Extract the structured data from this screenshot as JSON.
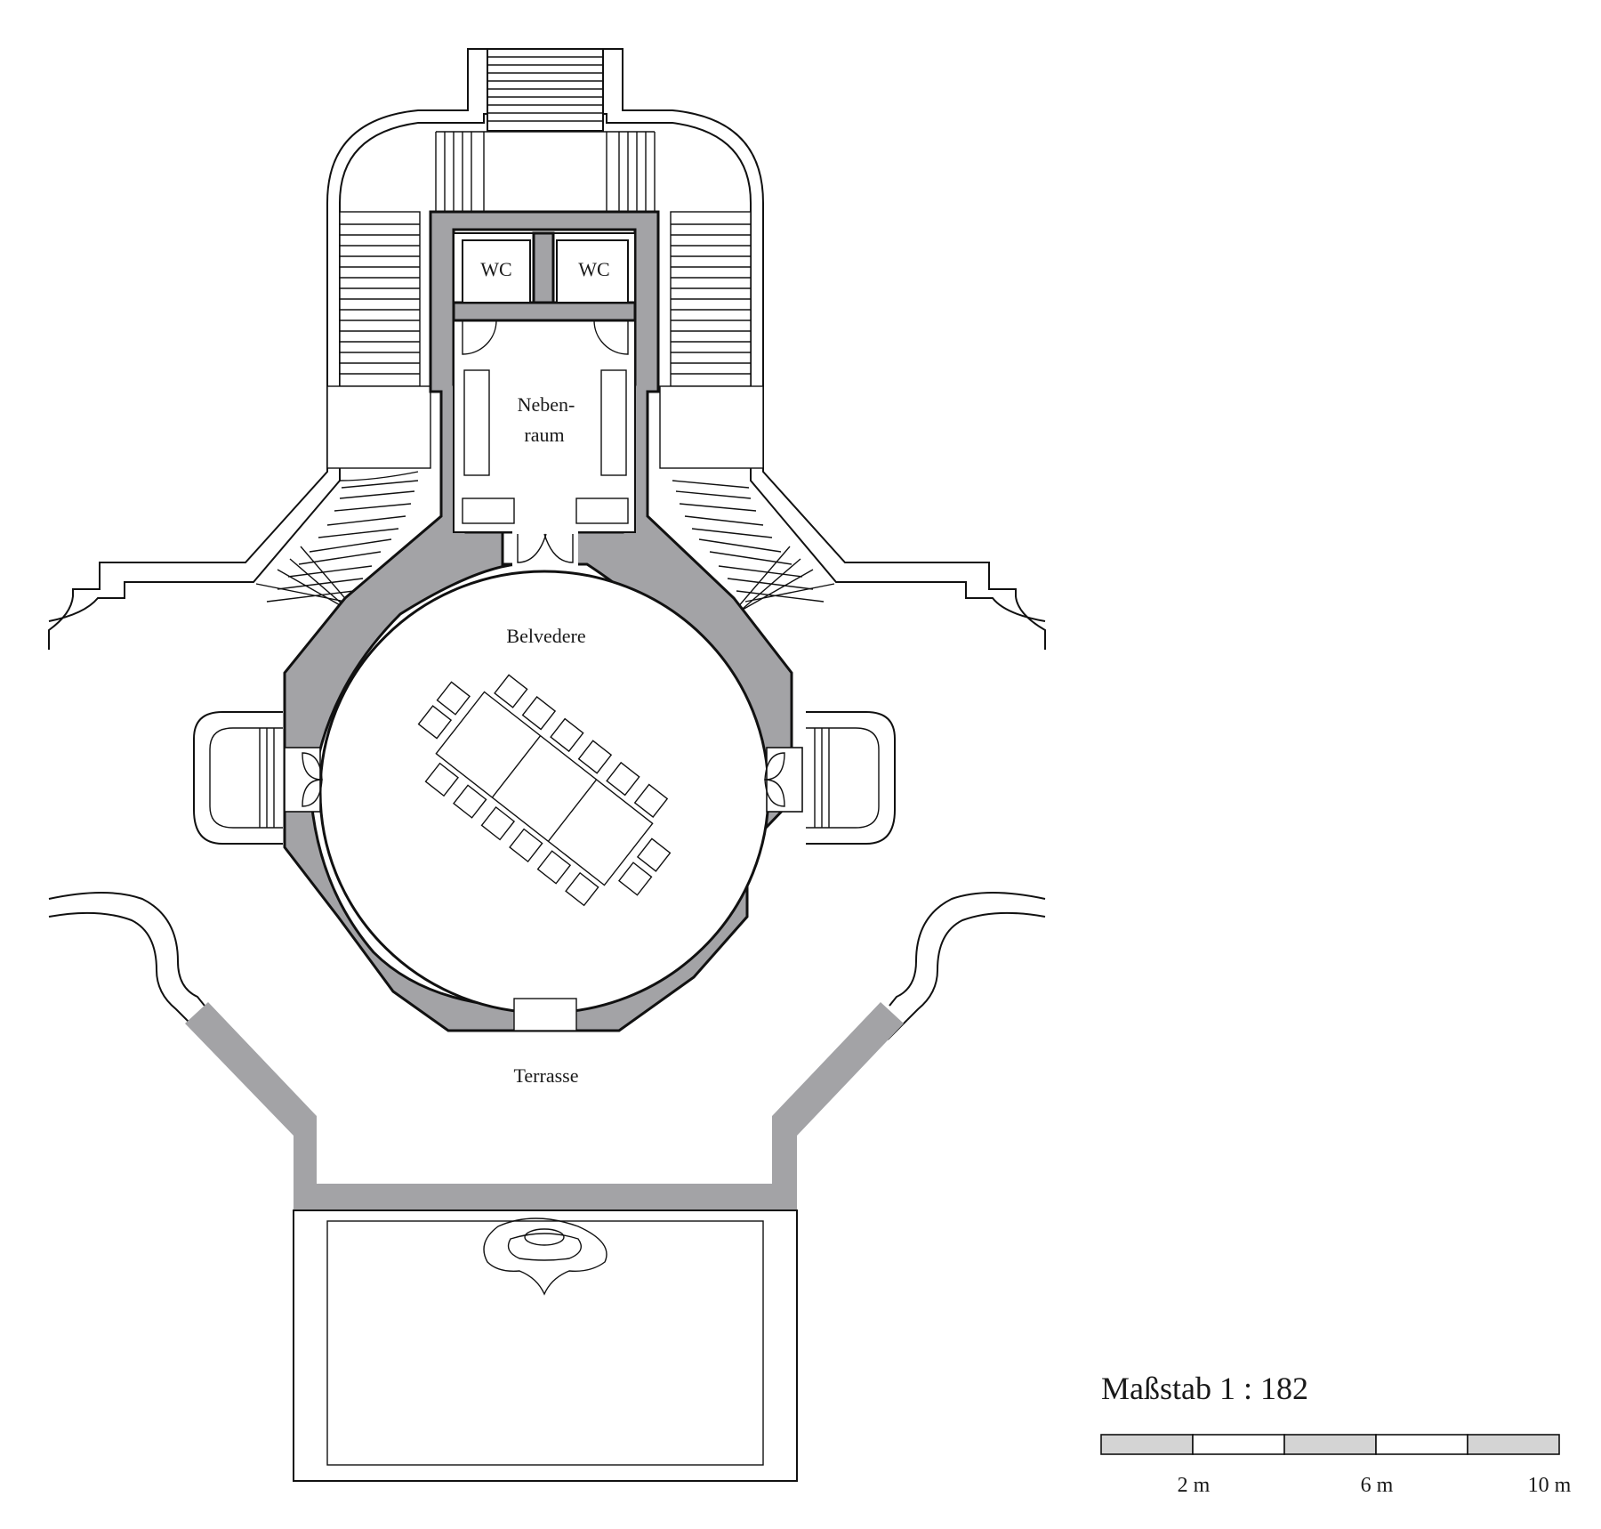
{
  "rooms": {
    "wc_left": "WC",
    "wc_right": "WC",
    "nebenraum_line1": "Neben-",
    "nebenraum_line2": "raum",
    "belvedere": "Belvedere",
    "terrasse": "Terrasse"
  },
  "scale": {
    "title": "Maßstab 1 : 182",
    "ticks": [
      "2 m",
      "6 m",
      "10 m"
    ],
    "segment_colors": [
      "#d4d4d4",
      "#ffffff",
      "#d4d4d4",
      "#ffffff",
      "#d4d4d4"
    ]
  },
  "colors": {
    "wall": "#a3a3a6",
    "line": "#111111",
    "background": "#ffffff"
  }
}
